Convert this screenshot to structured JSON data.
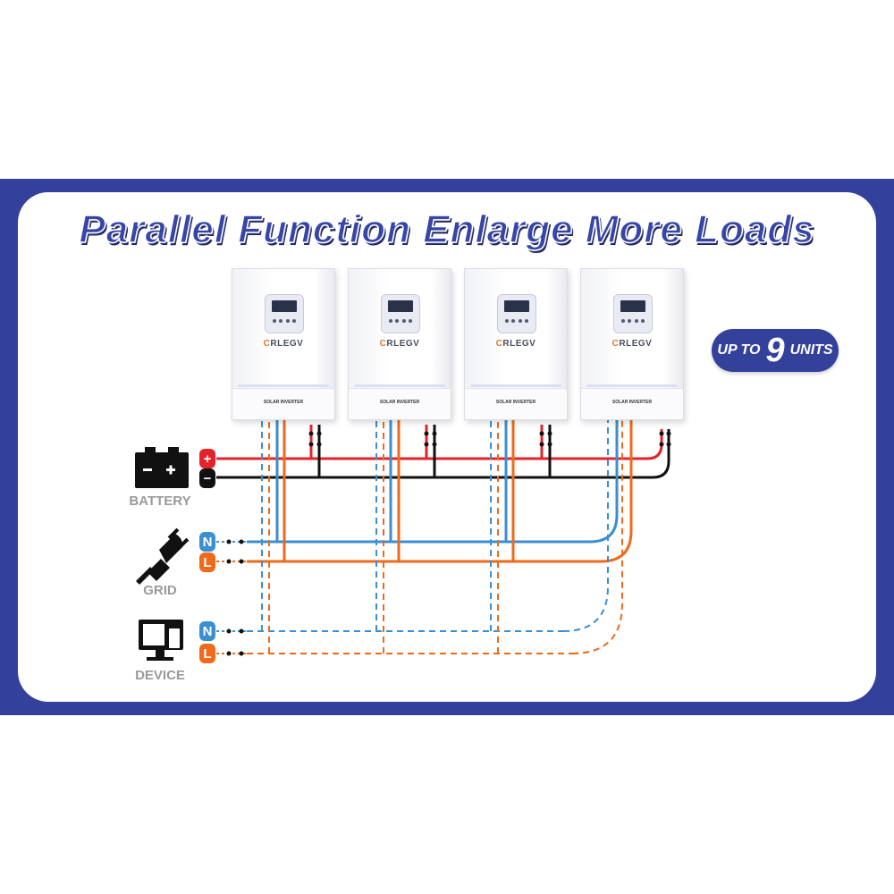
{
  "title": "Parallel Function Enlarge More Loads",
  "badge": {
    "prefix": "UP TO",
    "count": "9",
    "suffix": "UNITS"
  },
  "inverters": [
    {
      "logo_c": "C",
      "logo_rest": "RLEGV",
      "label": "SOLAR INVERTER"
    },
    {
      "logo_c": "C",
      "logo_rest": "RLEGV",
      "label": "SOLAR INVERTER"
    },
    {
      "logo_c": "C",
      "logo_rest": "RLEGV",
      "label": "SOLAR INVERTER"
    },
    {
      "logo_c": "C",
      "logo_rest": "RLEGV",
      "label": "SOLAR INVERTER"
    }
  ],
  "sources": {
    "battery": {
      "label": "BATTERY",
      "pos": "+",
      "neg": "−",
      "icon": "battery-icon"
    },
    "grid": {
      "label": "GRID",
      "n": "N",
      "l": "L",
      "icon": "plug-icon"
    },
    "device": {
      "label": "DEVICE",
      "n": "N",
      "l": "L",
      "icon": "monitor-icon"
    }
  },
  "colors": {
    "band": "#34419a",
    "title": "#3746a6",
    "positive": "#e3232b",
    "negative": "#111111",
    "neutral": "#3a8fd0",
    "live": "#ef6a1a"
  }
}
